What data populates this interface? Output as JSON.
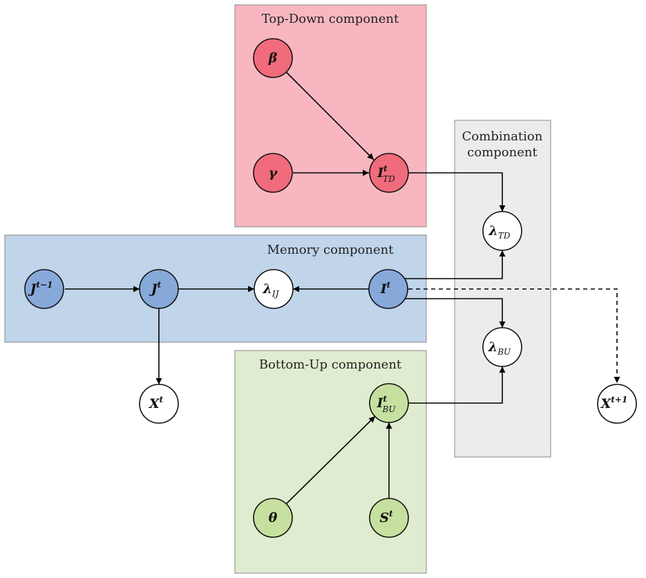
{
  "components": {
    "top_down": {
      "label": "Top-Down component",
      "color": "#f8b7c0"
    },
    "combination": {
      "label_line1": "Combination",
      "label_line2": "component",
      "color": "#ececec"
    },
    "memory": {
      "label": "Memory component",
      "color": "#c0d4ea"
    },
    "bottom_up": {
      "label": "Bottom-Up component",
      "color": "#e0ecd0"
    }
  },
  "node_colors": {
    "red": "#f06b7b",
    "blue": "#87a9da",
    "green": "#c6e09f",
    "white": "#ffffff"
  },
  "nodes": {
    "beta": {
      "main": "β",
      "sup": "",
      "sub": ""
    },
    "gamma": {
      "main": "γ",
      "sup": "",
      "sub": ""
    },
    "i_td": {
      "main": "I",
      "sup": "t",
      "sub": "TD"
    },
    "lambda_td": {
      "main": "λ",
      "sup": "",
      "sub": "TD"
    },
    "j_prev": {
      "main": "J",
      "sup": "t−1",
      "sub": ""
    },
    "j_t": {
      "main": "J",
      "sup": "t",
      "sub": ""
    },
    "lambda_ij": {
      "main": "λ",
      "sup": "",
      "sub": "IJ"
    },
    "i_t": {
      "main": "I",
      "sup": "t",
      "sub": ""
    },
    "lambda_bu": {
      "main": "λ",
      "sup": "",
      "sub": "BU"
    },
    "x_t": {
      "main": "X",
      "sup": "t",
      "sub": ""
    },
    "i_bu": {
      "main": "I",
      "sup": "t",
      "sub": "BU"
    },
    "x_next": {
      "main": "X",
      "sup": "t+1",
      "sub": ""
    },
    "theta": {
      "main": "θ",
      "sup": "",
      "sub": ""
    },
    "s_t": {
      "main": "S",
      "sup": "t",
      "sub": ""
    }
  }
}
